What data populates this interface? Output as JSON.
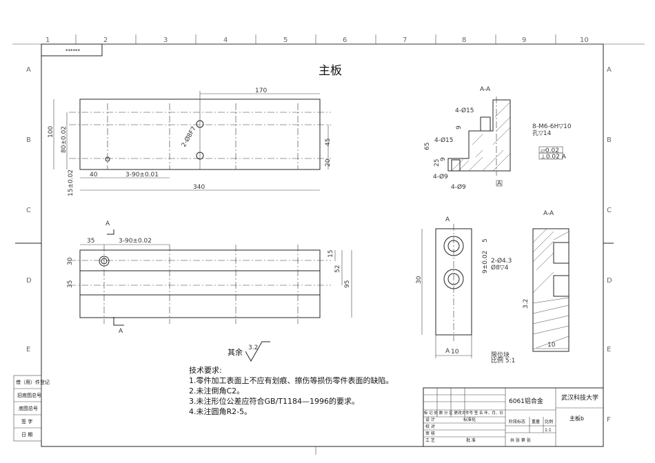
{
  "sheet": {
    "stamp": "******",
    "title": "主板",
    "col_labels": [
      "1",
      "2",
      "3",
      "4",
      "5",
      "6",
      "7",
      "8",
      "9",
      "10"
    ],
    "row_labels": [
      "A",
      "B",
      "C",
      "D",
      "E",
      "F"
    ]
  },
  "view_top": {
    "dims": {
      "overall_top": "170",
      "height": "100",
      "inner_height": "80±0.02",
      "right_upper": "45",
      "right_lower": "20",
      "left_offset": "40",
      "pitch": "3-90±0.01",
      "width": "340",
      "bottom_offset": "15±0.02",
      "hole_note": "2-Ø8F7"
    }
  },
  "view_front": {
    "dims": {
      "left": "35",
      "pitch": "3-90±0.02",
      "h1": "30",
      "h2": "35",
      "r1": "15",
      "r2": "52",
      "r3": "95"
    },
    "section_mark": "A"
  },
  "section_aa_1": {
    "title": "A-A",
    "dims": {
      "cb_top": "4-Ø15",
      "depth": "9",
      "cb_mid": "4-Ø15",
      "height": "65",
      "low1": "25",
      "low2": "9",
      "hole1": "4-Ø9",
      "hole2": "4-Ø9",
      "thread": "8-M6-6H▽10",
      "thread_sub": "孔▽14",
      "flat": "▱0.02",
      "perp": "⊥0.02 A",
      "datum": "A"
    }
  },
  "detail_block": {
    "title": "A-A",
    "mark": "A",
    "dims": {
      "h5": "5",
      "pitch": "9±0.02",
      "holes": "2-Ø4.3",
      "holes_sub": "Ø8▽4",
      "height": "30",
      "width": "10",
      "width2": "10",
      "rough": "3.2"
    },
    "note1": "限位块",
    "note2": "比例 5:1"
  },
  "surface": {
    "label": "其余",
    "value": "3.2"
  },
  "tech": {
    "title": "技术要求:",
    "lines": [
      "1.零件加工表面上不应有划痕、擦伤等损伤零件表面的缺陷。",
      "2.未注倒角C2。",
      "3.未注形位公差应符合GB/T1184—1996的要求。",
      "4.未注圆角R2-5。"
    ]
  },
  "left_table": [
    "借（用）件登记",
    "旧底图总号",
    "底图总号",
    "签 字",
    "日 期"
  ],
  "title_block": {
    "material": "6061铝合金",
    "school": "武汉科技大学",
    "part": "主板b",
    "row_marks": "标 记 处 数 分 区 更改文件号 签 名 年、月、日",
    "design": "设 计",
    "std": "标准化",
    "check": "校 对",
    "review": "审 核",
    "process": "工 艺",
    "approve": "批 准",
    "stage": "阶段标志",
    "weight": "重量",
    "scale": "比例",
    "scale_val": "1:1",
    "sheets": "共  张  第  张"
  }
}
